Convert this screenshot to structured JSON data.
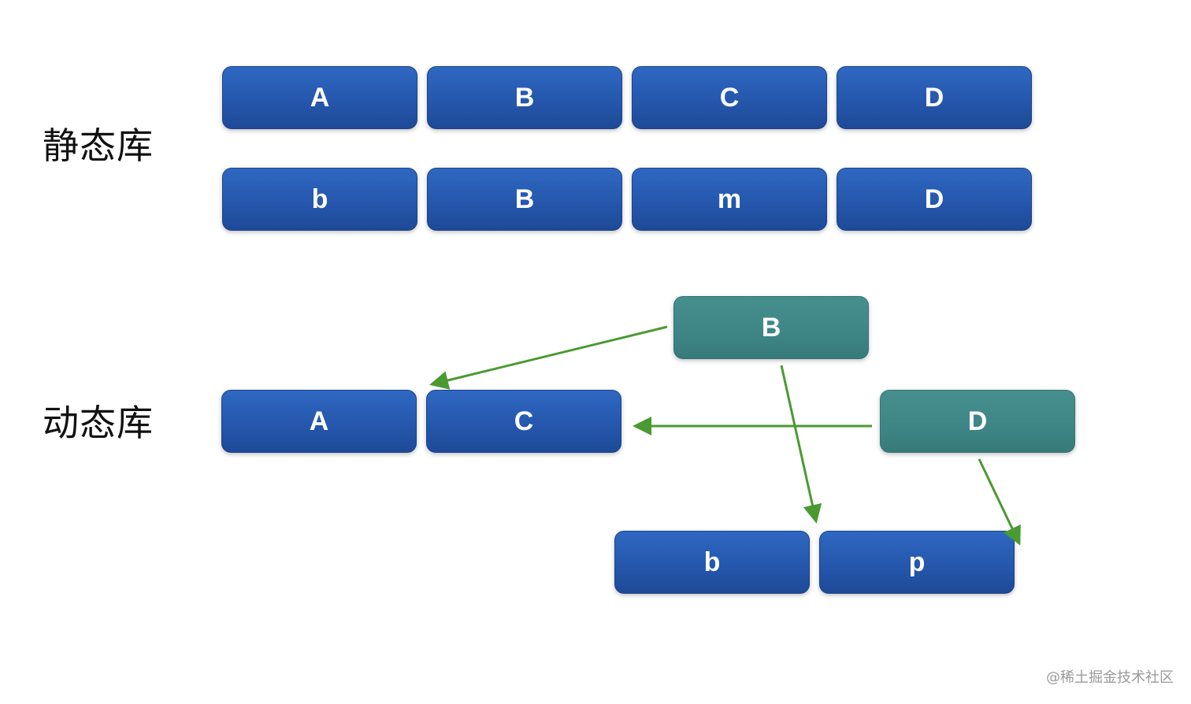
{
  "labels": {
    "static": "静态库",
    "dynamic": "动态库"
  },
  "static_rows": [
    [
      "A",
      "B",
      "C",
      "D"
    ],
    [
      "b",
      "B",
      "m",
      "D"
    ]
  ],
  "dynamic": {
    "main_row": [
      "A",
      "C"
    ],
    "lower_row": [
      "b",
      "p"
    ],
    "teal_boxes": [
      "B",
      "D"
    ]
  },
  "watermark": "@稀土掘金技术社区",
  "colors": {
    "box_blue": "#2557ad",
    "box_teal": "#3f8787",
    "arrow_green": "#4a9a32"
  }
}
